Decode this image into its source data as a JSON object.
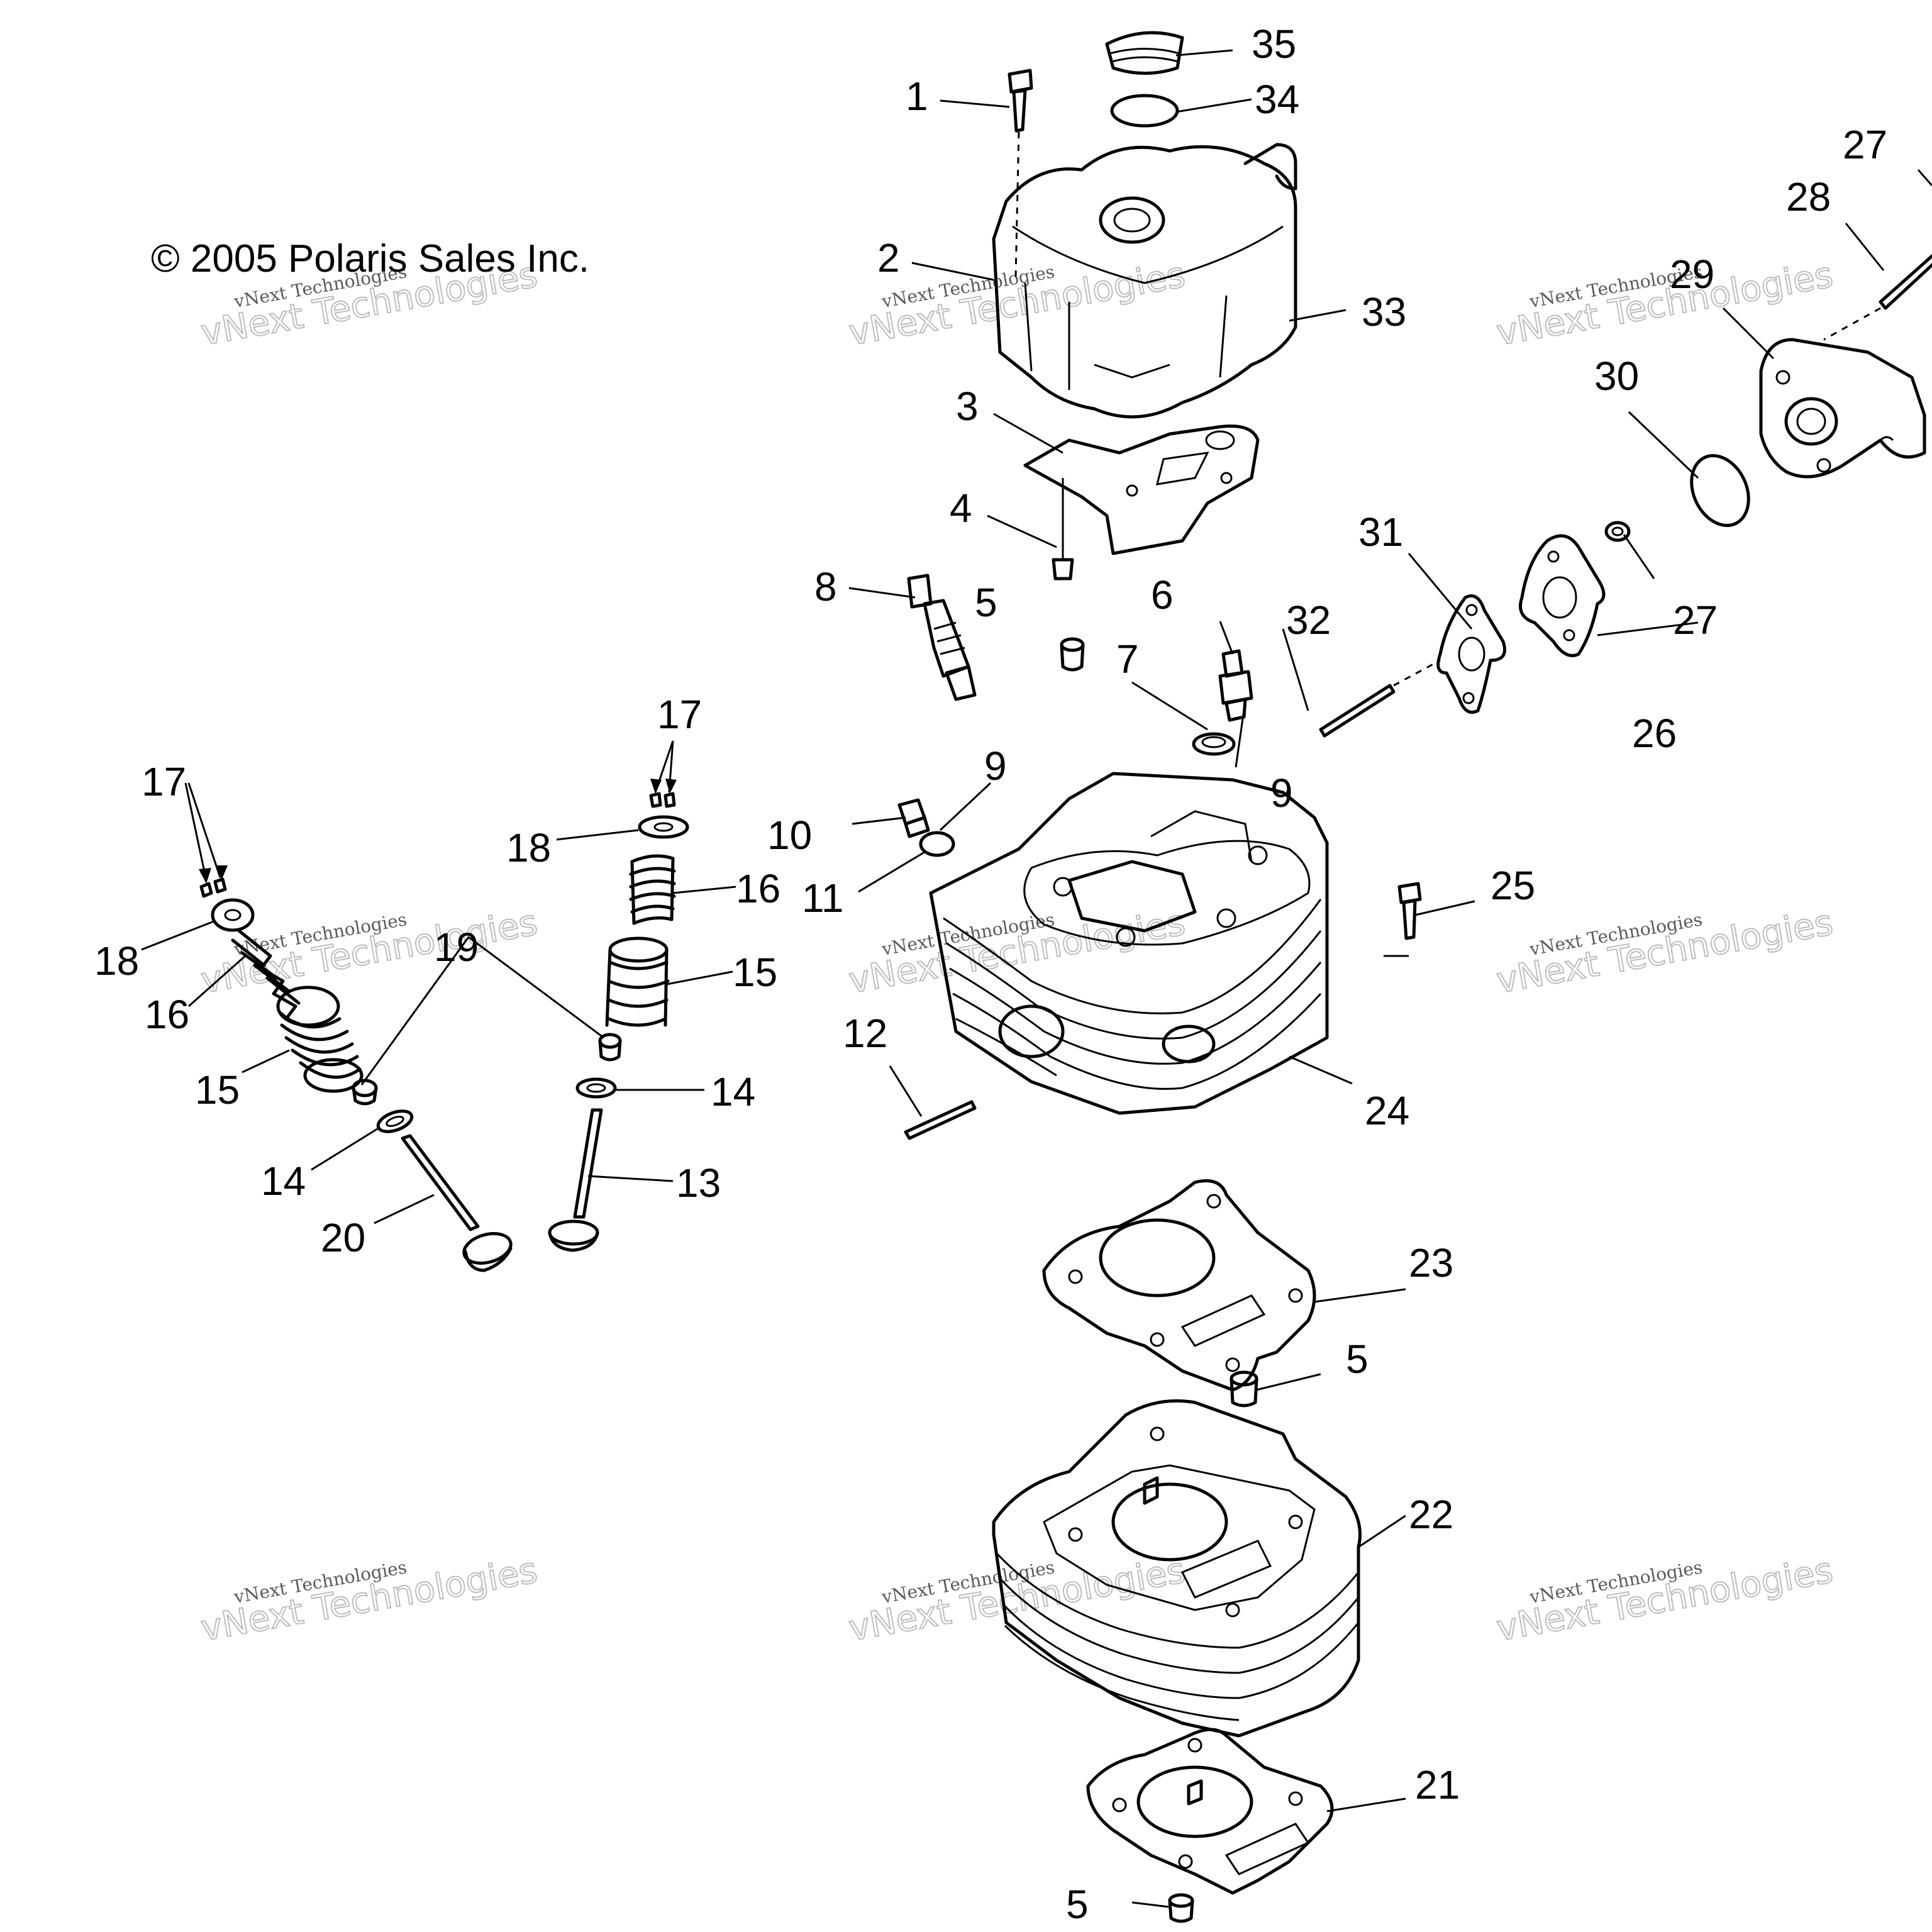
{
  "copyright": "© 2005 Polaris Sales Inc.",
  "watermark": {
    "line1": "vNext Technologies",
    "line2": "vNext Technologies"
  },
  "callouts": [
    {
      "id": "c1",
      "label": "1"
    },
    {
      "id": "c2",
      "label": "2"
    },
    {
      "id": "c3",
      "label": "3"
    },
    {
      "id": "c4",
      "label": "4"
    },
    {
      "id": "c5a",
      "label": "5"
    },
    {
      "id": "c5b",
      "label": "5"
    },
    {
      "id": "c5c",
      "label": "5"
    },
    {
      "id": "c6",
      "label": "6"
    },
    {
      "id": "c7",
      "label": "7"
    },
    {
      "id": "c8",
      "label": "8"
    },
    {
      "id": "c9a",
      "label": "9"
    },
    {
      "id": "c9b",
      "label": "9"
    },
    {
      "id": "c10",
      "label": "10"
    },
    {
      "id": "c11",
      "label": "11"
    },
    {
      "id": "c12",
      "label": "12"
    },
    {
      "id": "c13",
      "label": "13"
    },
    {
      "id": "c14a",
      "label": "14"
    },
    {
      "id": "c14b",
      "label": "14"
    },
    {
      "id": "c15a",
      "label": "15"
    },
    {
      "id": "c15b",
      "label": "15"
    },
    {
      "id": "c16a",
      "label": "16"
    },
    {
      "id": "c16b",
      "label": "16"
    },
    {
      "id": "c17a",
      "label": "17"
    },
    {
      "id": "c17b",
      "label": "17"
    },
    {
      "id": "c18a",
      "label": "18"
    },
    {
      "id": "c18b",
      "label": "18"
    },
    {
      "id": "c19",
      "label": "19"
    },
    {
      "id": "c20",
      "label": "20"
    },
    {
      "id": "c21",
      "label": "21"
    },
    {
      "id": "c22",
      "label": "22"
    },
    {
      "id": "c23",
      "label": "23"
    },
    {
      "id": "c24",
      "label": "24"
    },
    {
      "id": "c25",
      "label": "25"
    },
    {
      "id": "c26",
      "label": "26"
    },
    {
      "id": "c27a",
      "label": "27"
    },
    {
      "id": "c27b",
      "label": "27"
    },
    {
      "id": "c28",
      "label": "28"
    },
    {
      "id": "c29",
      "label": "29"
    },
    {
      "id": "c30",
      "label": "30"
    },
    {
      "id": "c31",
      "label": "31"
    },
    {
      "id": "c32",
      "label": "32"
    },
    {
      "id": "c33",
      "label": "33"
    },
    {
      "id": "c34",
      "label": "34"
    },
    {
      "id": "c35",
      "label": "35"
    }
  ]
}
